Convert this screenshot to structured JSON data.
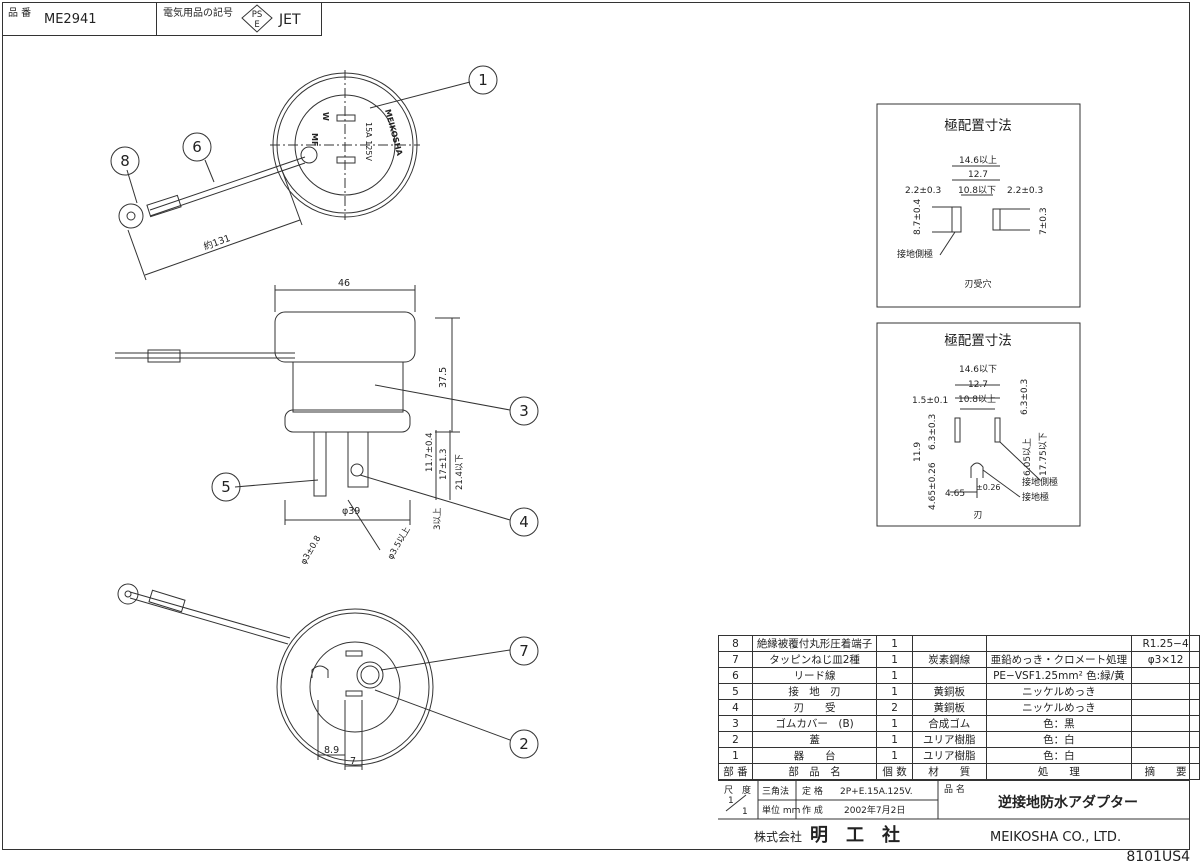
{
  "title_block": {
    "part_no_label": "品 番",
    "part_no": "ME2941",
    "mark_label": "電気用品の記号",
    "pse_top": "PS",
    "pse_bottom": "E",
    "jet": "JET"
  },
  "balloons": [
    "1",
    "2",
    "3",
    "4",
    "5",
    "6",
    "7",
    "8"
  ],
  "dimensions": {
    "lead_length": "約131",
    "width": "46",
    "height": "37.5",
    "dia_39": "φ39",
    "d_11_7": "11.7±0.4",
    "d_17": "17±1.3",
    "d_21_4": "21.4以下",
    "d_3": "3以上",
    "d_3_8": "φ3±0.8",
    "d_3_5": "φ3.5以上",
    "d_8_9": "8.9",
    "d_7": "7"
  },
  "plug_face": {
    "brand": "MEIKOSHA",
    "rating": "15A 125V",
    "w_mark": "W",
    "mf_mark": "MF"
  },
  "panel1": {
    "title": "極配置寸法",
    "d_14_6": "14.6以上",
    "d_12_7": "12.7",
    "d_10_8": "10.8以下",
    "d_2_2_left": "2.2±0.3",
    "d_2_2_right": "2.2±0.3",
    "d_8_7": "8.7±0.4",
    "d_7": "7±0.3",
    "ground_label": "接地側極",
    "caption": "刃受穴"
  },
  "panel2": {
    "title": "極配置寸法",
    "d_14_6": "14.6以下",
    "d_12_7": "12.7",
    "d_10_8": "10.8以上",
    "d_1_5": "1.5±0.1",
    "d_6_3_top": "6.3±0.3",
    "d_6_3_left": "6.3±0.3",
    "d_11_9": "11.9",
    "d_6_05": "6.05以上",
    "d_17_75": "17.75以下",
    "d_4_65_left": "4.65±0.26",
    "d_4_65_bottom": "4.65",
    "d_0_26": "±0.26",
    "ground_side_label": "接地側極",
    "ground_label": "接地極",
    "caption": "刃"
  },
  "parts_table": {
    "rows": [
      {
        "no": "8",
        "name": "絶縁被覆付丸形圧着端子",
        "qty": "1",
        "material": "",
        "finish": "",
        "remarks": "R1.25−4"
      },
      {
        "no": "7",
        "name": "タッピンねじ皿2種",
        "qty": "1",
        "material": "炭素鋼線",
        "finish": "亜鉛めっき・クロメート処理",
        "remarks": "φ3×12"
      },
      {
        "no": "6",
        "name": "リード線",
        "qty": "1",
        "material": "",
        "finish": "PE−VSF1.25mm² 色:緑/黄",
        "remarks": ""
      },
      {
        "no": "5",
        "name": "接　地　刃",
        "qty": "1",
        "material": "黄銅板",
        "finish": "ニッケルめっき",
        "remarks": ""
      },
      {
        "no": "4",
        "name": "刃　　受",
        "qty": "2",
        "material": "黄銅板",
        "finish": "ニッケルめっき",
        "remarks": ""
      },
      {
        "no": "3",
        "name": "ゴムカバー　(B)",
        "qty": "1",
        "material": "合成ゴム",
        "finish": "色：黒",
        "remarks": ""
      },
      {
        "no": "2",
        "name": "蓋",
        "qty": "1",
        "material": "ユリア樹脂",
        "finish": "色：白",
        "remarks": ""
      },
      {
        "no": "1",
        "name": "器　　台",
        "qty": "1",
        "material": "ユリア樹脂",
        "finish": "色：白",
        "remarks": ""
      }
    ],
    "header": {
      "no": "部 番",
      "name": "部　品　名",
      "qty": "個 数",
      "material": "材　　質",
      "finish": "処　　理",
      "remarks": "摘　　要"
    }
  },
  "footer": {
    "scale_label": "尺　度",
    "scale_top": "1",
    "scale_bottom": "1",
    "projection": "三角法",
    "rating_label": "定 格",
    "rating": "2P+E.15A.125V.",
    "unit": "単位 mm",
    "date_label": "作 成",
    "date": "2002年7月2日",
    "product_label": "品 名",
    "product": "逆接地防水アダプター",
    "company_jp_prefix": "株式会社",
    "company_jp": "明　工　社",
    "company_en": "MEIKOSHA CO., LTD."
  },
  "doc_number": "8101US4"
}
